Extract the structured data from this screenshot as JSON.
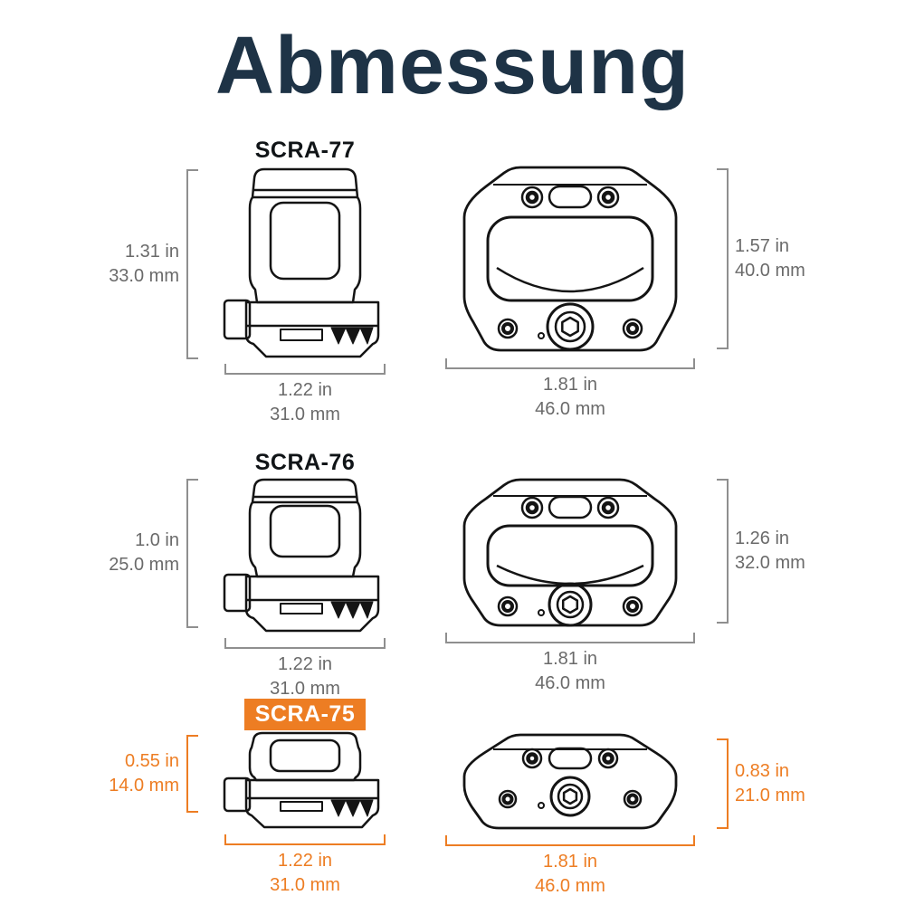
{
  "title": "Abmessung",
  "colors": {
    "title": "#1e3346",
    "ink": "#141414",
    "dim": "#8f8f8f",
    "dim-text": "#6a6a6a",
    "accent": "#ed7d23",
    "accent-text": "#ffffff"
  },
  "rows": [
    {
      "model": "SCRA-77",
      "highlighted": false,
      "side_height": {
        "in": "1.31 in",
        "mm": "33.0 mm"
      },
      "side_width": {
        "in": "1.22 in",
        "mm": "31.0 mm"
      },
      "front_height": {
        "in": "1.57 in",
        "mm": "40.0 mm"
      },
      "front_width": {
        "in": "1.81 in",
        "mm": "46.0 mm"
      }
    },
    {
      "model": "SCRA-76",
      "highlighted": false,
      "side_height": {
        "in": "1.0 in",
        "mm": "25.0 mm"
      },
      "side_width": {
        "in": "1.22 in",
        "mm": "31.0 mm"
      },
      "front_height": {
        "in": "1.26 in",
        "mm": "32.0 mm"
      },
      "front_width": {
        "in": "1.81 in",
        "mm": "46.0 mm"
      }
    },
    {
      "model": "SCRA-75",
      "highlighted": true,
      "side_height": {
        "in": "0.55 in",
        "mm": "14.0 mm"
      },
      "side_width": {
        "in": "1.22 in",
        "mm": "31.0 mm"
      },
      "front_height": {
        "in": "0.83 in",
        "mm": "21.0 mm"
      },
      "front_width": {
        "in": "1.81 in",
        "mm": "46.0 mm"
      }
    }
  ]
}
